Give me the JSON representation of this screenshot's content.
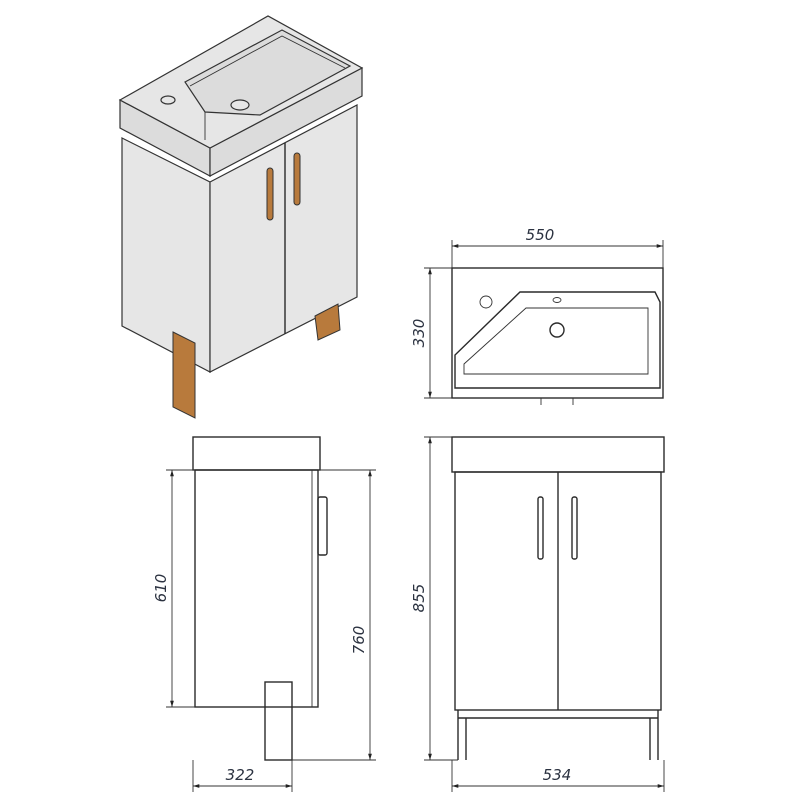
{
  "title": "Vanity unit with basin - dimension drawing",
  "dimensions": {
    "top_width": "550",
    "top_depth": "330",
    "side_body_height": "610",
    "side_total_height": "760",
    "side_depth": "322",
    "front_total_height": "855",
    "front_width": "534"
  },
  "colors": {
    "wood": "#b87a3c",
    "body": "#e6e6e6",
    "line": "#2a2a2a"
  }
}
